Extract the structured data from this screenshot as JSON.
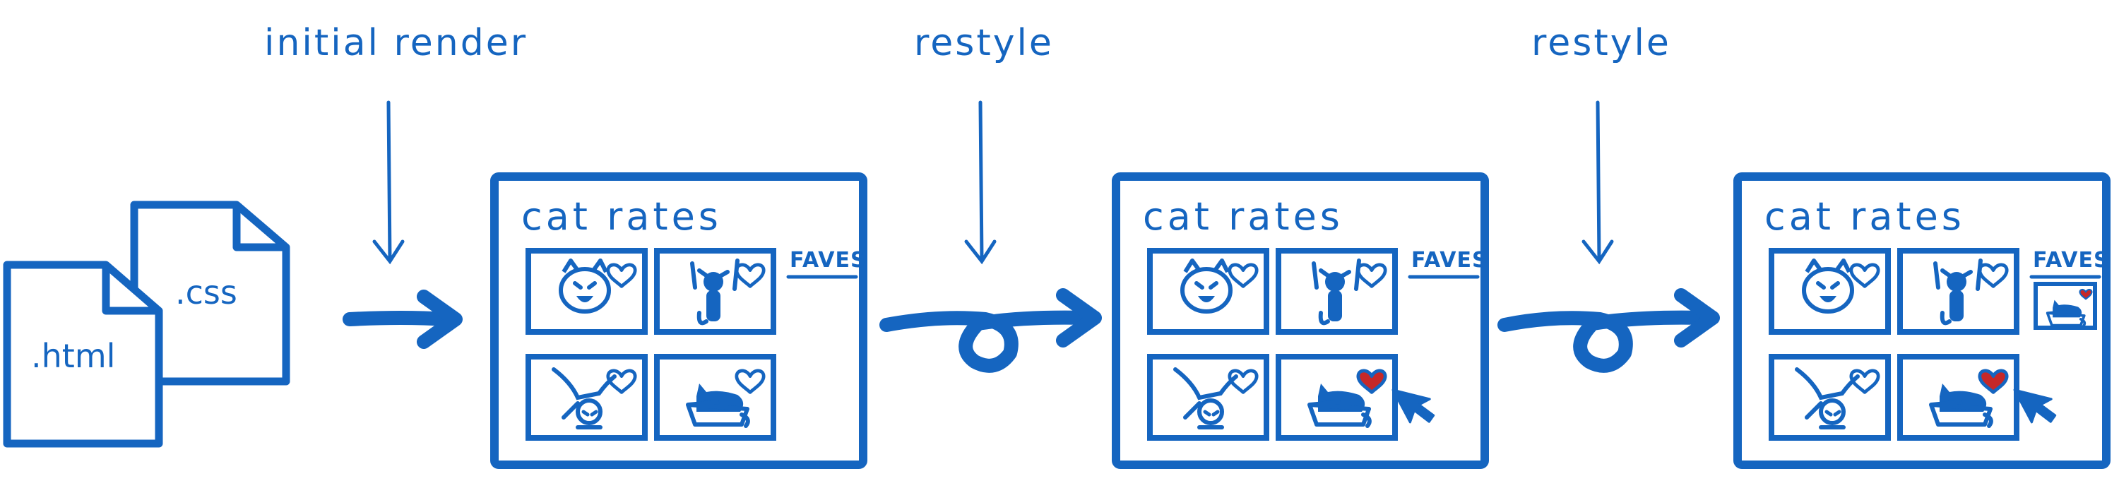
{
  "colors": {
    "ink": "#1565c0",
    "heart_filled": "#c62828",
    "background": "#ffffff"
  },
  "stages": [
    {
      "label": "initial render",
      "title": "cat rates",
      "faves_label": "FAVES"
    },
    {
      "label": "restyle",
      "title": "cat rates",
      "faves_label": "FAVES"
    },
    {
      "label": "restyle",
      "title": "cat rates",
      "faves_label": "FAVES"
    }
  ],
  "files": [
    {
      "name": ".html",
      "icon": "document-icon"
    },
    {
      "name": ".css",
      "icon": "document-icon"
    }
  ],
  "cat_tiles": [
    "cat-face-icon",
    "cat-waving-icon",
    "cat-jumping-icon",
    "cat-in-box-icon"
  ],
  "tile_hearts_filled": [
    [
      false,
      false,
      false,
      false
    ],
    [
      false,
      false,
      false,
      true
    ],
    [
      false,
      false,
      false,
      true
    ]
  ],
  "faves_contents": [
    [],
    [],
    [
      "cat-in-box-icon"
    ]
  ],
  "cursor_visible": [
    false,
    true,
    true
  ]
}
